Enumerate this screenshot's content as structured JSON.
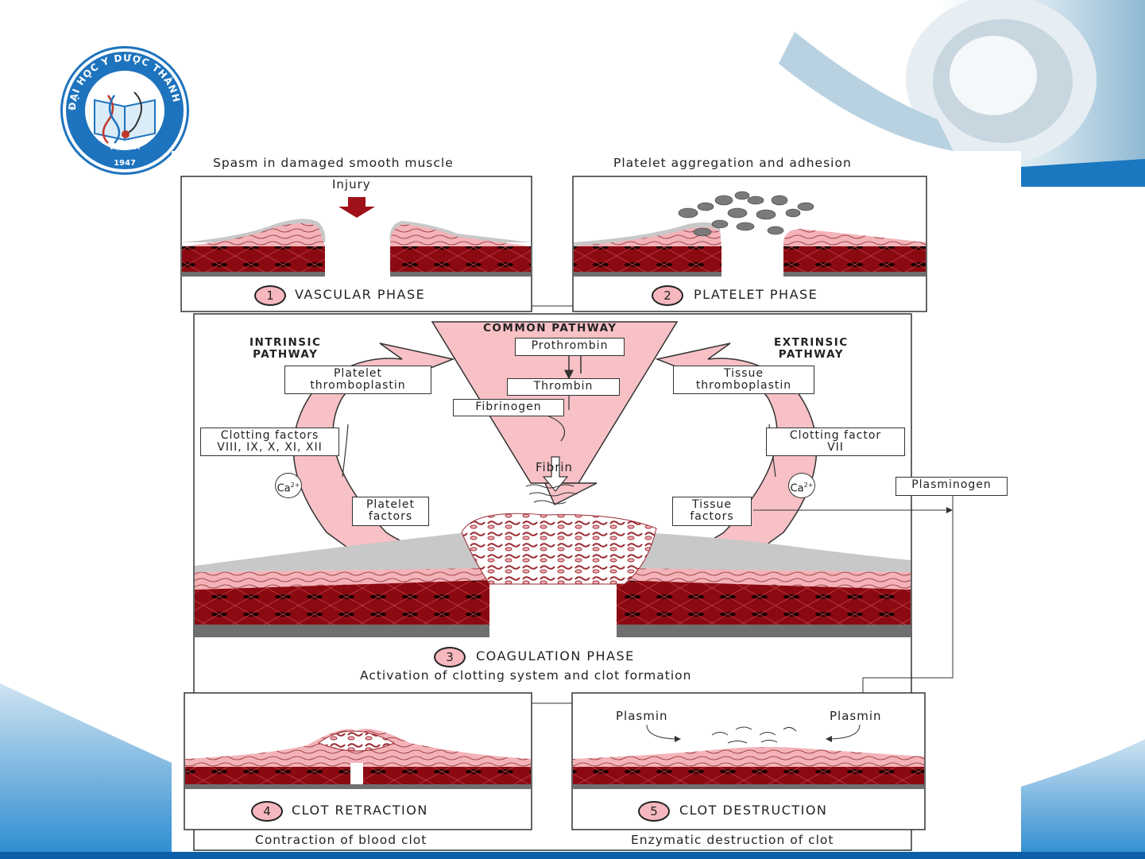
{
  "logo": {
    "ring_text": "ĐẠI HỌC Y DƯỢC THÀNH PHỐ HỒ CHÍ MINH",
    "country": "VIỆT NAM",
    "year": "1947"
  },
  "panels": {
    "vascular": {
      "caption": "Spasm in damaged smooth muscle",
      "injury_label": "Injury",
      "number": "1",
      "phase": "VASCULAR PHASE"
    },
    "platelet": {
      "caption": "Platelet aggregation and adhesion",
      "number": "2",
      "phase": "PLATELET PHASE"
    },
    "coagulation": {
      "common_pathway": "COMMON PATHWAY",
      "intrinsic_pathway": "INTRINSIC\nPATHWAY",
      "extrinsic_pathway": "EXTRINSIC\nPATHWAY",
      "prothrombin": "Prothrombin",
      "thrombin": "Thrombin",
      "fibrinogen": "Fibrinogen",
      "fibrin": "Fibrin",
      "platelet_thromboplastin": "Platelet\nthromboplastin",
      "tissue_thromboplastin": "Tissue\nthromboplastin",
      "clotting_factors_intrinsic": "Clotting factors\nVIII, IX, X, XI, XII",
      "clotting_factor_extrinsic": "Clotting factor\nVII",
      "calcium": "Ca",
      "calcium_sup": "2+",
      "platelet_factors": "Platelet\nfactors",
      "tissue_factors": "Tissue\nfactors",
      "number": "3",
      "phase": "COAGULATION PHASE",
      "caption": "Activation of clotting system and clot formation"
    },
    "plasminogen": "Plasminogen",
    "retraction": {
      "number": "4",
      "phase": "CLOT RETRACTION",
      "caption": "Contraction of blood clot"
    },
    "destruction": {
      "plasmin_left": "Plasmin",
      "plasmin_right": "Plasmin",
      "number": "5",
      "phase": "CLOT DESTRUCTION",
      "caption": "Enzymatic destruction of clot"
    }
  },
  "colors": {
    "vessel_dark": "#8b0a12",
    "vessel_pink": "#f3b3b8",
    "arrow_pink": "#f7c1c6",
    "endothelium_gray": "#b8b8b8",
    "slide_blue": "#1f7fc4"
  }
}
